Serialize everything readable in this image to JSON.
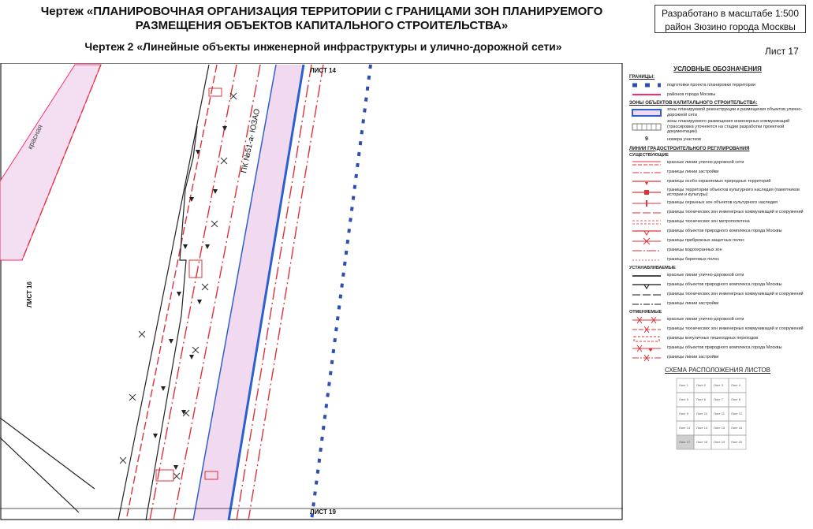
{
  "header": {
    "title": "Чертеж «ПЛАНИРОВОЧНАЯ ОРГАНИЗАЦИЯ ТЕРРИТОРИИ С ГРАНИЦАМИ ЗОН ПЛАНИРУЕМОГО РАЗМЕЩЕНИЯ ОБЪЕКТОВ КАПИТАЛЬНОГО СТРОИТЕЛЬСТВА»",
    "subtitle": "Чертеж 2 «Линейные объекты инженерной инфраструктуры и улично-дорожной сети»",
    "scale_line1": "Разработано в масштабе 1:500",
    "scale_line2": "район Зюзино города Москвы",
    "sheet": "Лист 17"
  },
  "map": {
    "sheet_top": "ЛИСТ 14",
    "sheet_left": "ЛИСТ 16",
    "sheet_bottom": "ЛИСТ 19",
    "road_label": "ПК №51-а- ЮЗАО",
    "red_word": "красная"
  },
  "legend": {
    "title": "УСЛОВНЫЕ ОБОЗНАЧЕНИЯ",
    "boundaries_header": "ГРАНИЦЫ:",
    "b1": "подготовки проекта планировки территории",
    "b2": "районов города Москвы",
    "zones_header": "ЗОНЫ ОБЪЕКТОВ КАПИТАЛЬНОГО СТРОИТЕЛЬСТВА:",
    "z1": "зоны планируемой реконструкции и размещения объектов улично-дорожной сети",
    "z2": "зоны планируемого размещения инженерных коммуникаций (трассировка уточняется на стадии разработки проектной документации)",
    "z3_num": "9",
    "z3": "номера участков",
    "lines_header": "ЛИНИИ ГРАДОСТРОИТЕЛЬНОГО РЕГУЛИРОВАНИЯ",
    "existing_header": "СУЩЕСТВУЮЩИЕ",
    "e1": "красные линии улично-дорожной сети",
    "e2": "границы линии застройки",
    "e3": "границы особо охраняемых природных территорий",
    "e4": "границы территории объектов культурного наследия (памятников истории и культуры)",
    "e5": "границы охранных зон объектов культурного наследия",
    "e6": "границы технических зон инженерных коммуникаций и сооружений",
    "e7": "границы технических зон метрополитена",
    "e8": "границы объектов природного комплекса города Москвы",
    "e9": "границы прибрежных защитных полос",
    "e10": "границы водоохранных зон",
    "e11": "границы береговых полос",
    "established_header": "УСТАНАВЛИВАЕМЫЕ",
    "s1": "красные линии улично-дорожной сети",
    "s2": "границы объектов природного комплекса города Москвы",
    "s3": "границы технических зон инженерных коммуникаций и сооружений",
    "s4": "границы линии застройки",
    "cancelled_header": "ОТМЕНЯЕМЫЕ",
    "c1": "красные линии улично-дорожной сети",
    "c2": "границы технических зон инженерных коммуникаций и сооружений",
    "c3": "границы внеуличных пешеходных переходов",
    "c4": "границы объектов природного комплекса города Москвы",
    "c5": "границы линии застройки",
    "scheme_title": "СХЕМА РАСПОЛОЖЕНИЯ ЛИСТОВ",
    "scheme_cells": [
      "Лист 1",
      "Лист 2",
      "Лист 3",
      "Лист 4",
      "Лист 5",
      "Лист 6",
      "Лист 7",
      "Лист 8",
      "Лист 9",
      "Лист 10",
      "Лист 11",
      "Лист 12",
      "Лист 13",
      "Лист 14",
      "Лист 15",
      "Лист 16",
      "Лист 17",
      "Лист 18",
      "Лист 19",
      "Лист 20"
    ]
  },
  "colors": {
    "red_line": "#e0303a",
    "blue_boundary": "#2d5fd0",
    "zone_fill": "#f1d9ef"
  }
}
